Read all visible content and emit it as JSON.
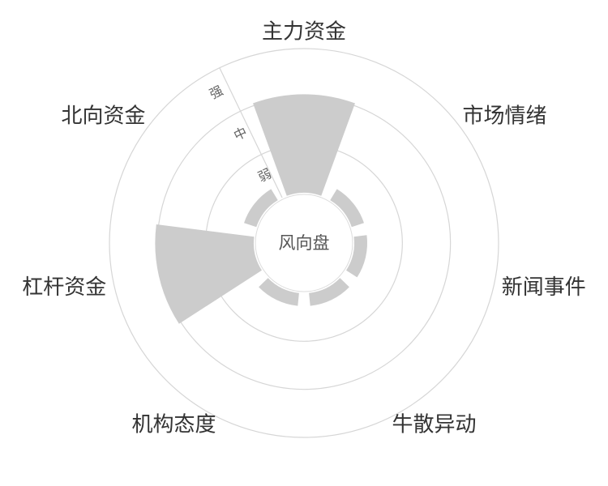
{
  "chart_data": {
    "type": "bar",
    "polar": true,
    "title": "风向盘",
    "categories": [
      "主力资金",
      "市场情绪",
      "新闻事件",
      "牛散异动",
      "机构态度",
      "杠杆资金",
      "北向资金"
    ],
    "values": [
      2.05,
      0.27,
      0.27,
      0.27,
      0.27,
      2.05,
      0.27
    ],
    "radial_ticks": [
      "弱",
      "中",
      "强"
    ],
    "rlim": [
      0,
      3
    ],
    "bar_color": "#cccccc",
    "grid_color": "#d6d6d6"
  }
}
